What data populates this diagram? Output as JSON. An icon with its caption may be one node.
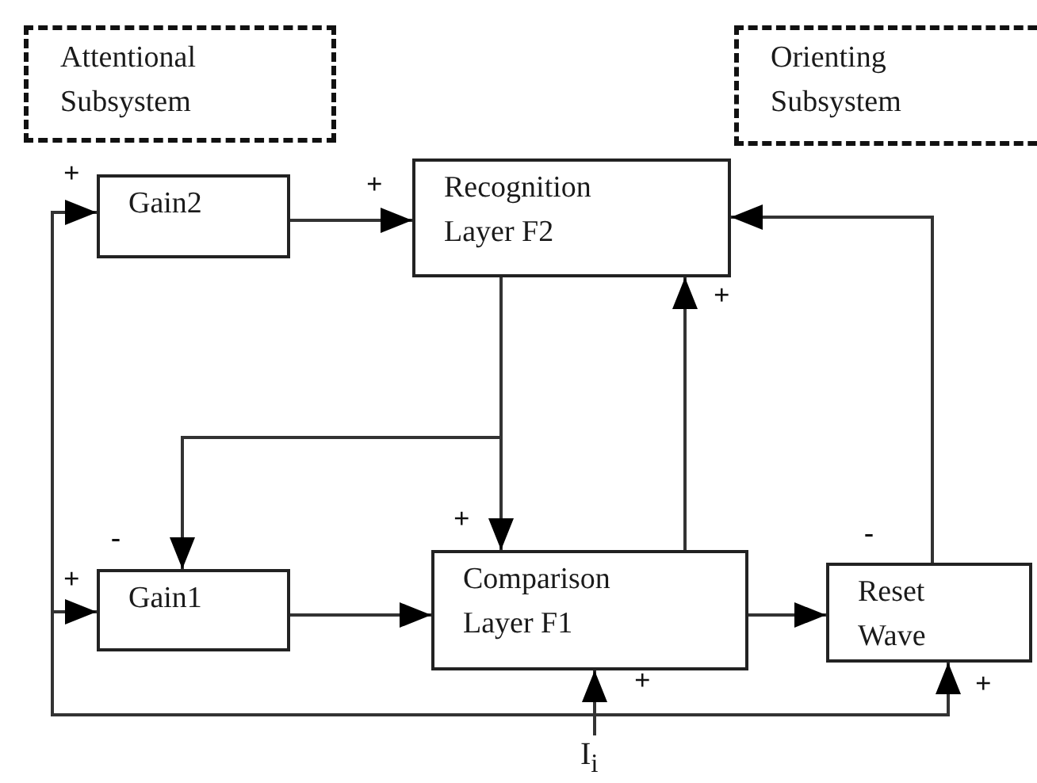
{
  "diagram": {
    "nodes": [
      {
        "text": [
          "Attentional Subsystem"
        ]
      },
      {
        "text": [
          "Orienting Subsystem"
        ]
      },
      {
        "text": [
          "Gain2"
        ]
      },
      {
        "text": [
          "Recognition Layer F2"
        ]
      },
      {
        "text": [
          "Gain1"
        ]
      },
      {
        "text": [
          "Comparison Layer F1"
        ]
      },
      {
        "text": [
          "Reset Wave"
        ]
      },
      {
        "text": [
          "I$_{i}$"
        ]
      }
    ],
    "edges": [
      {
        "from": 2,
        "to": 3,
        "arrow": "to"
      },
      {
        "from": 3,
        "to": 5,
        "arrow": "to"
      },
      {
        "from": 3,
        "to": 4,
        "arrow": "to"
      },
      {
        "from": 5,
        "to": 3,
        "arrow": "to"
      },
      {
        "from": 4,
        "to": 5,
        "arrow": "to"
      },
      {
        "from": 5,
        "to": 6,
        "arrow": "to"
      },
      {
        "from": 6,
        "to": 3,
        "arrow": "to"
      },
      {
        "from": 7,
        "to": 5,
        "arrow": "to"
      },
      {
        "from": 7,
        "to": 6,
        "arrow": "to"
      },
      {
        "from": 7,
        "to": 4,
        "arrow": "to"
      },
      {
        "from": 7,
        "to": 2,
        "arrow": "to"
      }
    ],
    "labels": [
      "+",
      "+",
      "+",
      "-",
      "+",
      "+",
      "-",
      "+",
      "+"
    ]
  }
}
